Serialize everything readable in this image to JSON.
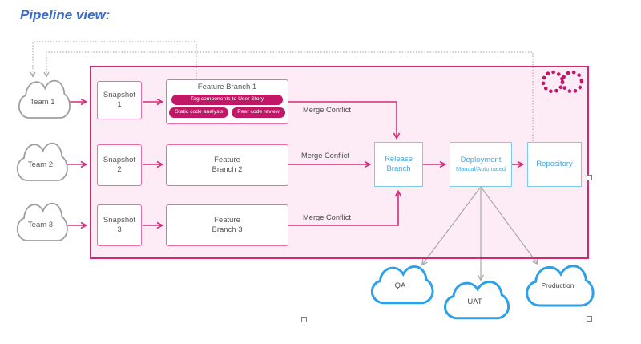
{
  "title": "Pipeline view:",
  "teams": [
    {
      "label": "Team 1"
    },
    {
      "label": "Team 2"
    },
    {
      "label": "Team 3"
    }
  ],
  "snapshots": [
    {
      "line1": "Snapshot",
      "line2": "1"
    },
    {
      "line1": "Snapshot",
      "line2": "2"
    },
    {
      "line1": "Snapshot",
      "line2": "3"
    }
  ],
  "feature_branches": {
    "fb1": {
      "title": "Feature Branch 1",
      "pill_user_story": "Tag components to User Story",
      "pill_static": "Static code analysis",
      "pill_peer": "Peer code review"
    },
    "fb2": {
      "line1": "Feature",
      "line2": "Branch 2"
    },
    "fb3": {
      "line1": "Feature",
      "line2": "Branch 3"
    }
  },
  "merge_conflicts": [
    "Merge Conflict",
    "Merge Conflict",
    "Merge Conflict"
  ],
  "stages": {
    "release": {
      "line1": "Release",
      "line2": "Branch"
    },
    "deployment": {
      "line1": "Deployment",
      "line2": "Manual/Automated"
    },
    "repository": {
      "label": "Repository"
    }
  },
  "environments": [
    {
      "label": "QA"
    },
    {
      "label": "UAT"
    },
    {
      "label": "Production"
    }
  ],
  "icons": {
    "devops_infinity": "devops-infinity-dotted-loop"
  },
  "colors": {
    "accent_pink": "#d62b78",
    "container_border": "#cf2a6e",
    "container_fill": "#fdecf6",
    "pill_magenta": "#c01767",
    "stage_blue_text": "#41a7e0",
    "stage_blue_border": "#7ccbef",
    "env_cloud_blue": "#2da0e8",
    "team_cloud_gray": "#9e9e9e",
    "title_blue": "#3a6cc8"
  }
}
